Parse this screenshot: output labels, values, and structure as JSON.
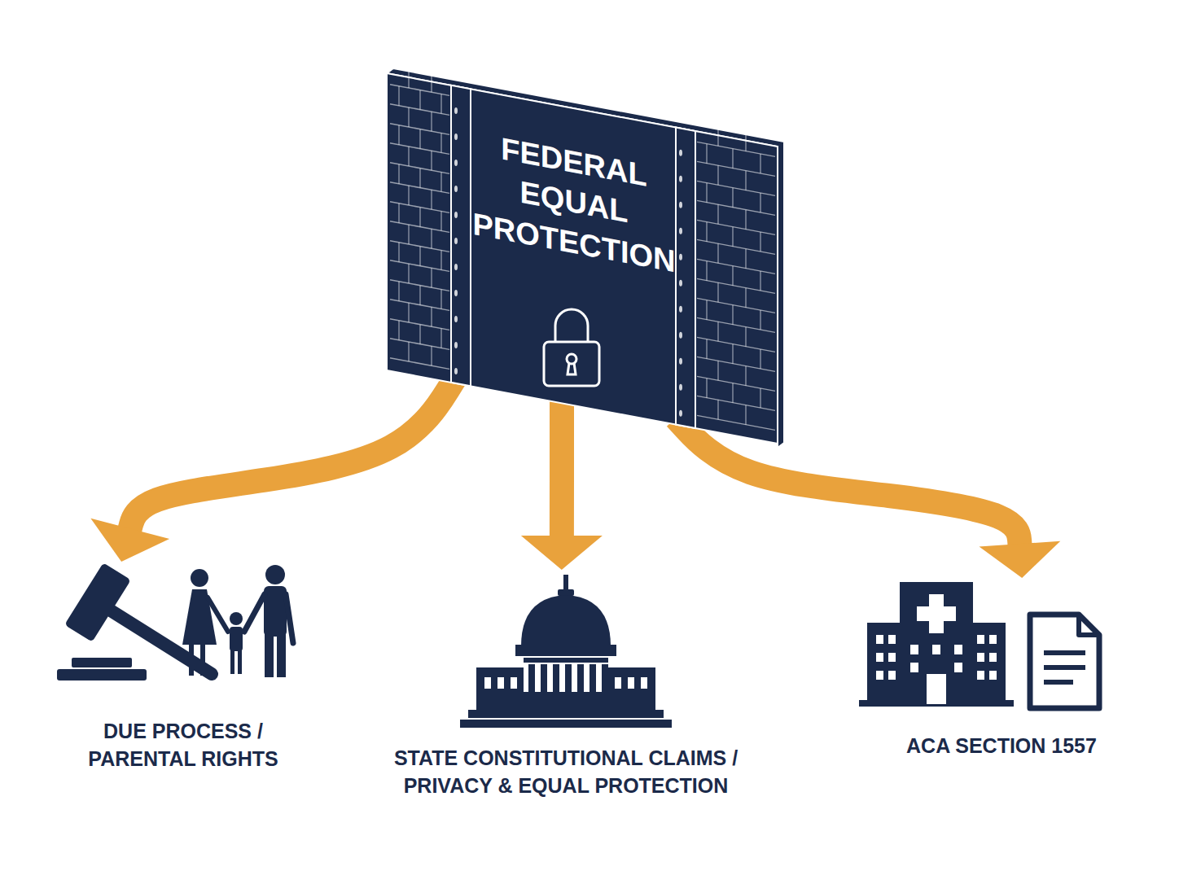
{
  "diagram": {
    "nodes": [
      {
        "text": [
          "FEDERAL EQUAL PROTECTION"
        ]
      },
      {
        "text": [
          "DUE PROCESS / PARENTAL RIGHTS"
        ]
      },
      {
        "text": [
          "STATE CONSTITUTIONAL CLAIMS / PRIVACY & EQUAL PROTECTION"
        ]
      },
      {
        "text": [
          "ACA SECTION 1557"
        ]
      }
    ],
    "edges": [
      {
        "from": 0,
        "to": 1,
        "arrow": "to"
      },
      {
        "from": 0,
        "to": 2,
        "arrow": "to"
      },
      {
        "from": 0,
        "to": 3,
        "arrow": "to"
      }
    ]
  }
}
